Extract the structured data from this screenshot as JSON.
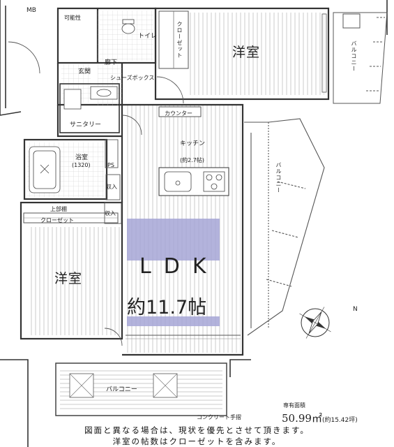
{
  "labels": {
    "mb": "MB",
    "toilet_window": "可能性",
    "toilet": "トイレ",
    "closet_top": "クローゼット",
    "western_top": "洋室",
    "balcony_right_top": "バルコニー",
    "corridor": "廊下",
    "entrance": "玄関",
    "shoes": "シューズボックス",
    "sanitary": "サニタリー",
    "counter": "カウンター",
    "kitchen": "キッチン",
    "kitchen_size": "(約2.7帖)",
    "bath": "浴室",
    "bath_size": "(1320)",
    "ps": "PS",
    "storage_in1": "収入",
    "storage_in2": "収入",
    "upper_shelf": "上部棚",
    "closet_left": "クローゼット",
    "western_left": "洋室",
    "ldk": "LDK",
    "ldk_size": "約11.7帖",
    "balcony_right": "バルコニー",
    "balcony_bottom": "バルコニー",
    "concrete_rail": "コンクリート手摺",
    "north": "N",
    "area_label": "専有面積",
    "area_value": "50.99㎡",
    "area_tsubo": "(約15.42坪)",
    "note1": "図面と異なる場合は、現状を優先とさせて頂きます。",
    "note2": "洋室の帖数はクローゼットを含みます。"
  },
  "colors": {
    "wall": "#333333",
    "floor_line": "#9a9a9a",
    "highlight": "#a6a6d6",
    "balcony_hatch": "#777777"
  },
  "icons": [
    "compass-icon",
    "toilet-icon",
    "bathtub-icon",
    "sink-icon",
    "stove-icon",
    "washbasin-icon"
  ]
}
